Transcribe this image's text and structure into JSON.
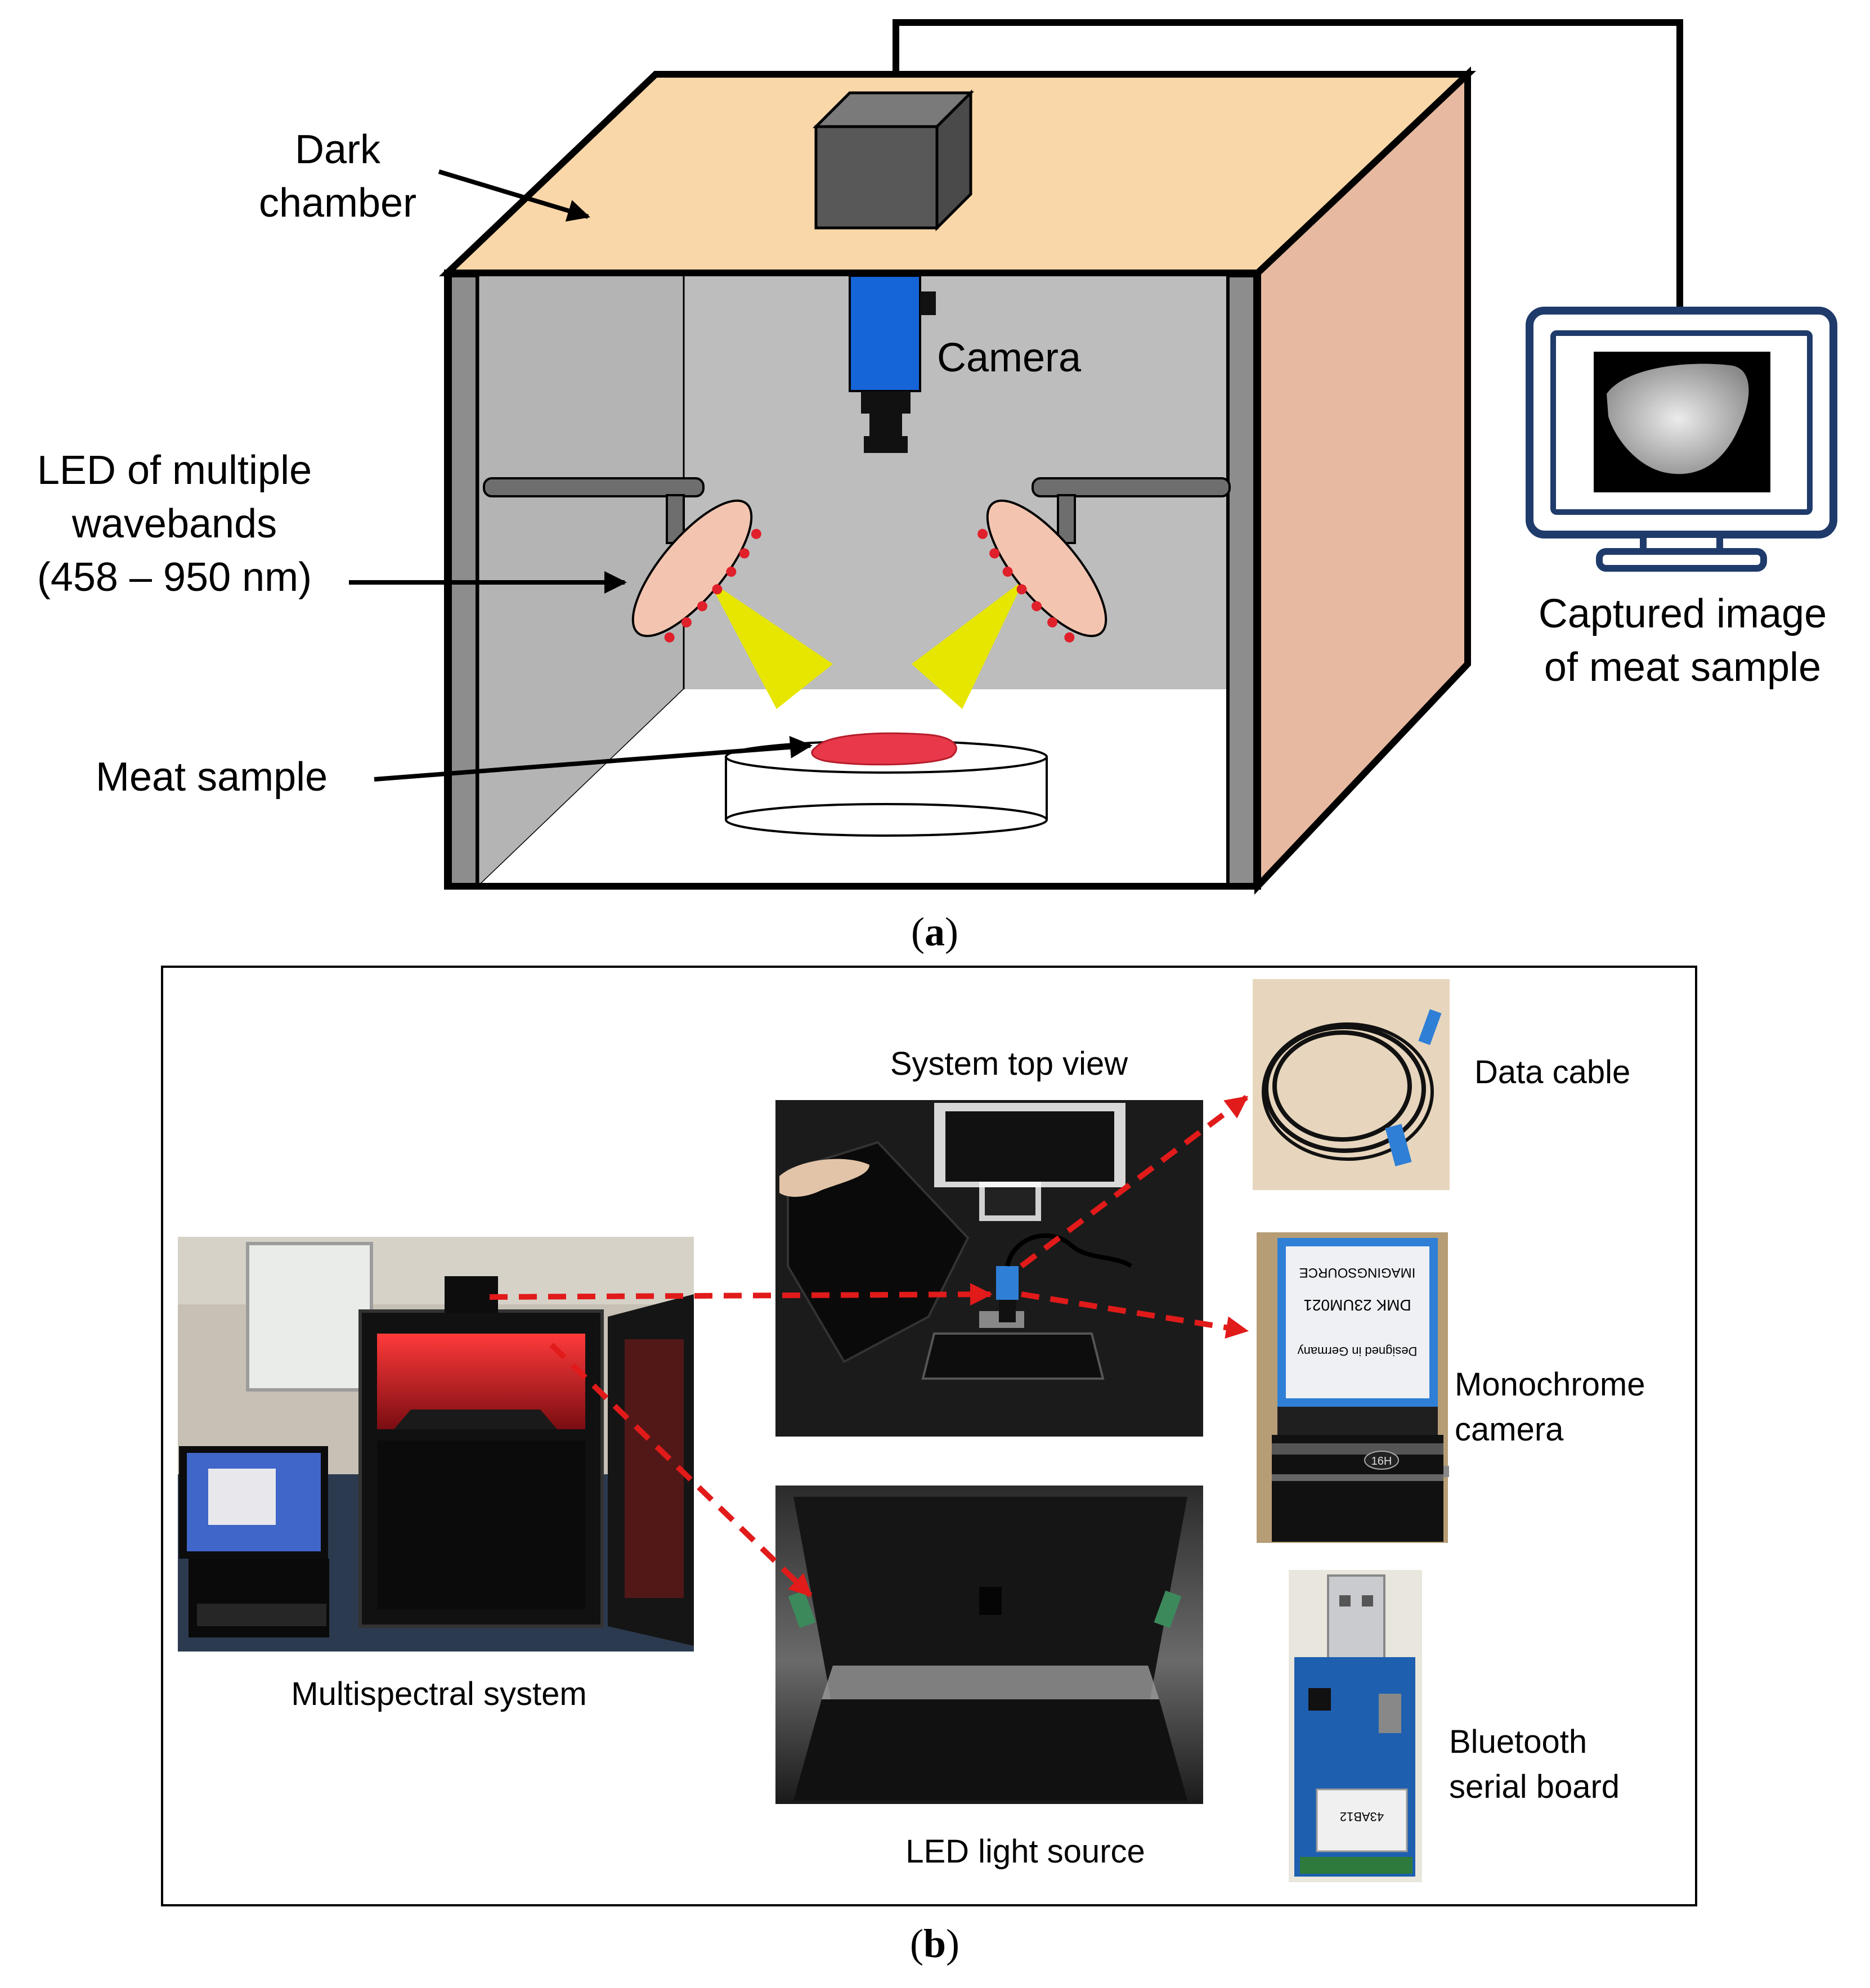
{
  "panel_a": {
    "labels": {
      "dark_chamber_1": "Dark",
      "dark_chamber_2": "chamber",
      "camera": "Camera",
      "led_1": "LED of multiple",
      "led_2": "wavebands",
      "led_3": "(458 – 950 nm)",
      "meat_sample": "Meat sample",
      "captured_1": "Captured image",
      "captured_2": "of meat sample"
    },
    "caption_prefix": "(",
    "caption_letter": "a",
    "caption_suffix": ")",
    "colors": {
      "chamber_top": "#fad7a8",
      "chamber_side": "#e6b9a0",
      "chamber_interior": "#bdbdbd",
      "camera_body": "#1565d8",
      "camera_box": "#585858",
      "led_panel": "#f3c5b0",
      "led_dot": "#e0202a",
      "light_beam": "#e6e600",
      "meat": "#e8384a",
      "monitor_frame": "#1f3b6b"
    }
  },
  "panel_b": {
    "labels": {
      "system_top_view": "System top view",
      "data_cable": "Data cable",
      "monochrome_1": "Monochrome",
      "monochrome_2": "camera",
      "multispectral_system": "Multispectral system",
      "led_light_source": "LED light source",
      "bluetooth_1": "Bluetooth",
      "bluetooth_2": "serial board"
    },
    "photo_texts": {
      "camera_brand": "IMAGINGSOURCE",
      "camera_model": "DMK 23UM021",
      "camera_origin": "Designed in Germany",
      "board_chip": "43AB12",
      "lens_marking": "16H"
    },
    "caption_prefix": "(",
    "caption_letter": "b",
    "caption_suffix": ")",
    "colors": {
      "arrow": "#e11a1a",
      "red_glow": "#d8242a",
      "board_blue": "#1e5fb0",
      "cable_blue": "#2f7fd6"
    }
  }
}
